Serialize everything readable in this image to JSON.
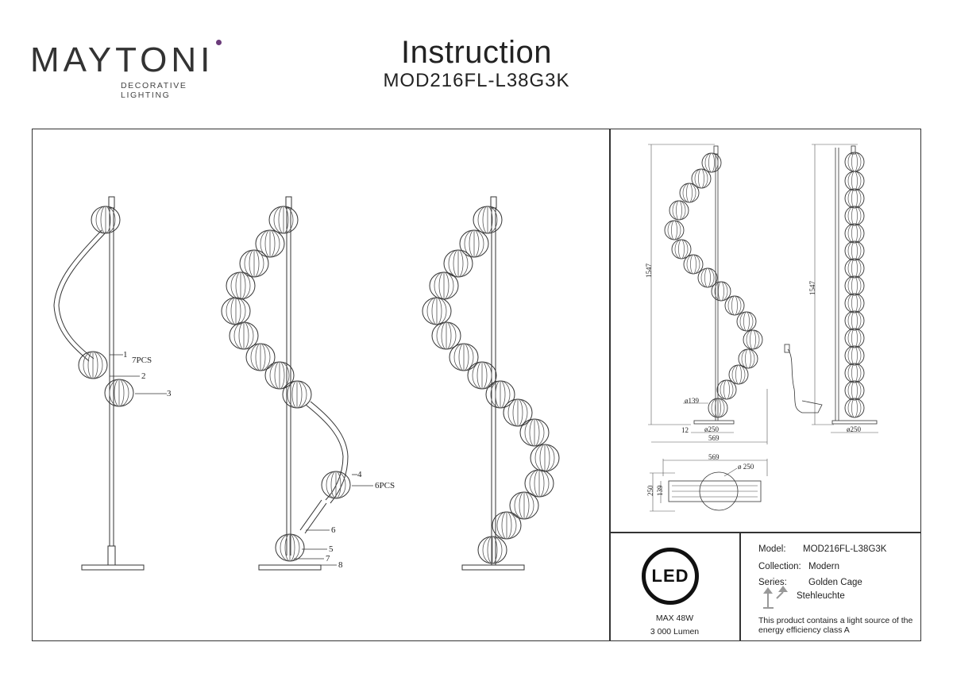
{
  "brand": {
    "name": "MAYTONI",
    "tagline": "DECORATIVE LIGHTING"
  },
  "header": {
    "title": "Instruction",
    "model": "MOD216FL-L38G3K"
  },
  "assembly_labels": {
    "step1": {
      "part1": "1",
      "qty1": "7PCS",
      "part2": "2",
      "part3": "3"
    },
    "step2": {
      "part4": "4",
      "qty4": "6PCS",
      "part6": "6",
      "part5": "5",
      "part7": "7",
      "part8": "8"
    }
  },
  "dimensions": {
    "front_height": "1547",
    "side_height": "1547",
    "sphere_diameter": "ø139",
    "base_diameter_front": "ø250",
    "base_thickness": "12",
    "front_width": "569",
    "side_base_diameter": "ø250",
    "top_width": "569",
    "top_base_diameter": "ø 250",
    "top_depth_outer": "250",
    "top_depth_inner": "139"
  },
  "specs": {
    "led_badge": "LED",
    "power": "MAX 48W",
    "lumen": "3 000 Lumen",
    "model_label": "Model:",
    "model_value": "MOD216FL-L38G3K",
    "collection_label": "Collection:",
    "collection_value": "Modern",
    "series_label": "Series:",
    "series_value": "Golden Cage",
    "type_value": "Stehleuchte",
    "note": "This product contains a light source of the energy efficiency class A"
  },
  "icons": {
    "led": "led-badge-icon",
    "lamp": "floor-lamp-icon"
  }
}
